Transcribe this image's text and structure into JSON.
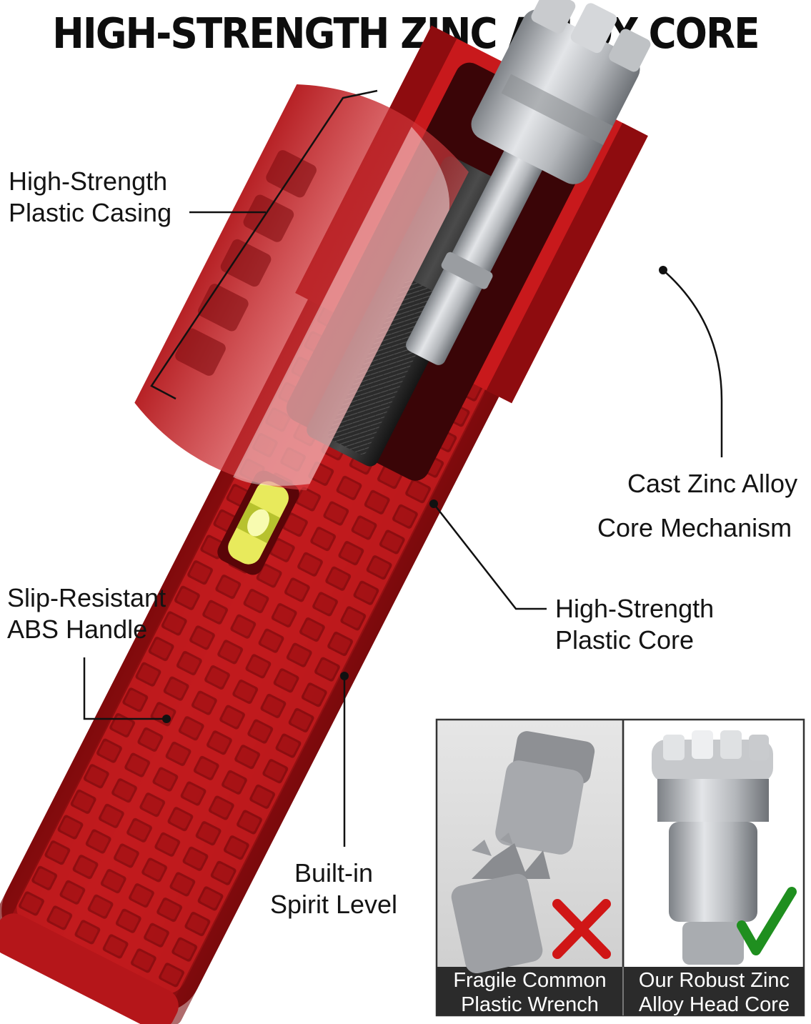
{
  "title": "HIGH-STRENGTH ZINC ALLOY CORE",
  "callouts": {
    "casing": {
      "line1": "High-Strength",
      "line2": "Plastic Casing"
    },
    "zinc_core": {
      "line1": "Cast Zinc Alloy",
      "line2": "Core Mechanism"
    },
    "plastic_core": {
      "line1": "High-Strength",
      "line2": "Plastic Core"
    },
    "handle": {
      "line1": "Slip-Resistant",
      "line2": "ABS Handle"
    },
    "level": {
      "line1": "Built-in",
      "line2": "Spirit Level"
    }
  },
  "comparison": {
    "left": {
      "line1": "Fragile Common",
      "line2": "Plastic Wrench",
      "verdict": "cross-icon"
    },
    "right": {
      "line1": "Our Robust Zinc",
      "line2": "Alloy Head Core",
      "verdict": "check-icon"
    }
  },
  "colors": {
    "wrench_red": "#c8191c",
    "wrench_dark_red": "#8e0c0f",
    "zinc_silver": "#b9bcc0",
    "caption_bg": "#2b2b2b",
    "cross": "#d01616",
    "check": "#1f8f1f"
  }
}
